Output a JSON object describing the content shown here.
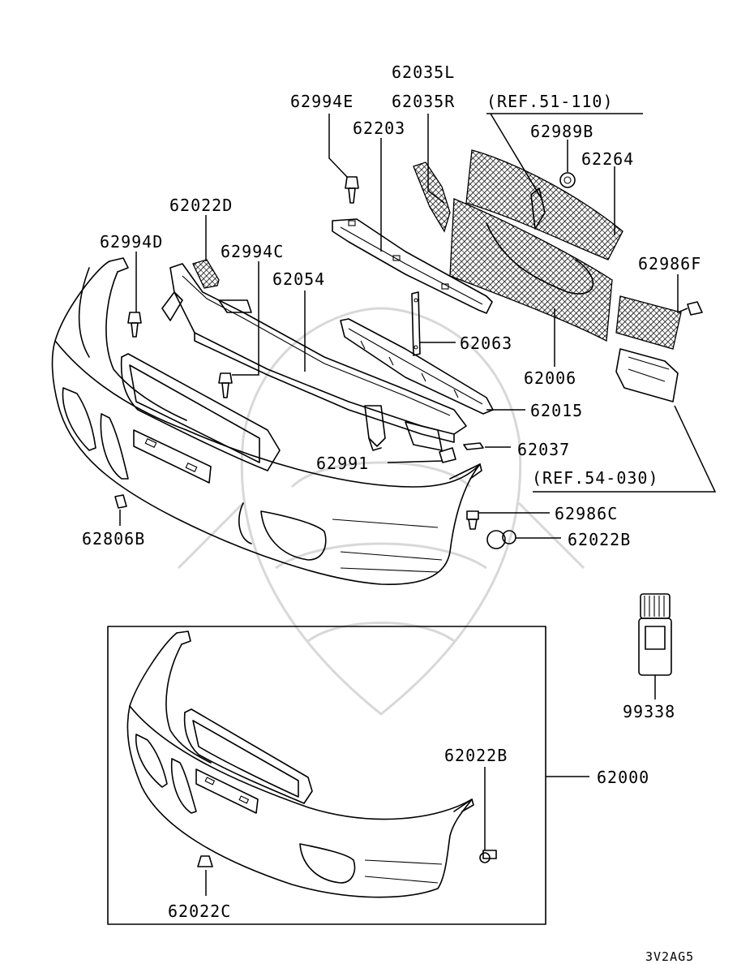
{
  "diagram": {
    "parts": {
      "p62035L": "62035L",
      "p62035R": "62035R",
      "ref51": "(REF.51-110)",
      "p62994E": "62994E",
      "p62203": "62203",
      "p62989B": "62989B",
      "p62264": "62264",
      "p62022D": "62022D",
      "p62994D": "62994D",
      "p62994C": "62994C",
      "p62054": "62054",
      "p62986F": "62986F",
      "p62063": "62063",
      "p62006": "62006",
      "p62015": "62015",
      "p62037": "62037",
      "p62991": "62991",
      "ref54": "(REF.54-030)",
      "p62986C": "62986C",
      "p62806B": "62806B",
      "p62022B_top": "62022B",
      "p99338": "99338",
      "p62022B_inset": "62022B",
      "p62000": "62000",
      "p62022C": "62022C"
    },
    "drawing_code": "3V2AG5"
  }
}
